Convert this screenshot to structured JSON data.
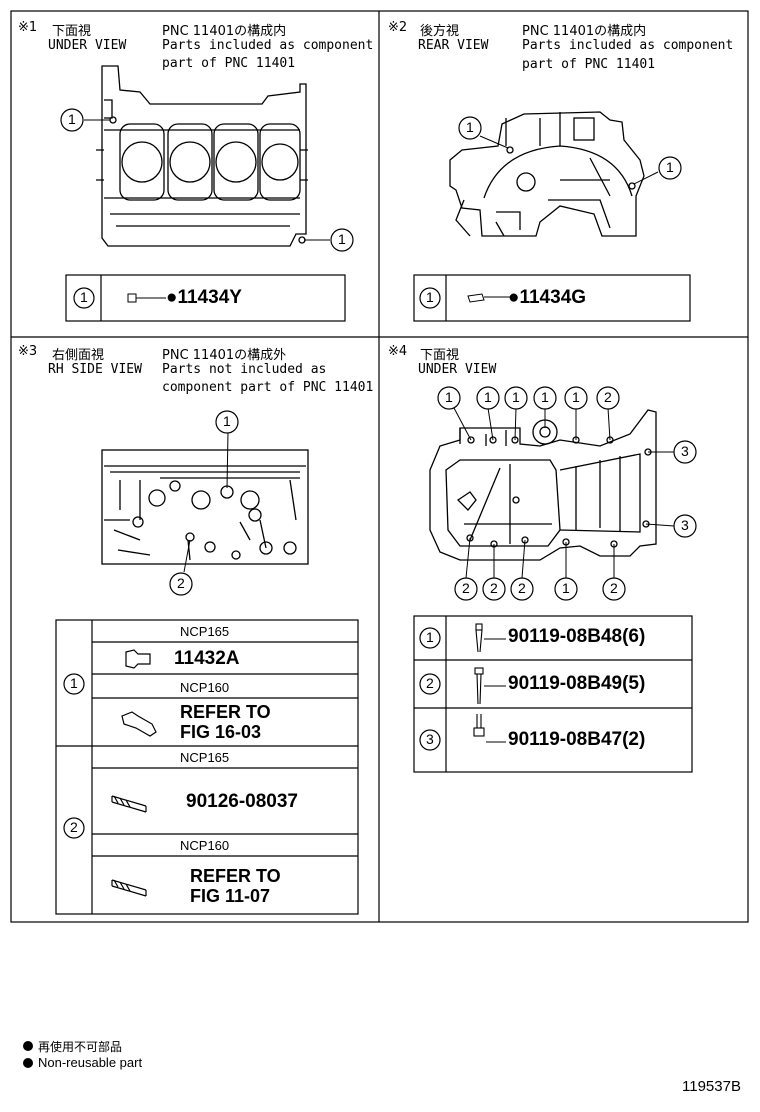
{
  "panels": {
    "p1": {
      "mark": "※1",
      "title_jp": "下面視",
      "view": "UNDER VIEW",
      "pnc_jp": "PNC 11401の構成内",
      "note": [
        "Parts included as component",
        "part of PNC 11401"
      ],
      "callout_no": "1",
      "parts": [
        {
          "no": "1",
          "part_no": "●11434Y"
        }
      ]
    },
    "p2": {
      "mark": "※2",
      "title_jp": "後方視",
      "view": "REAR VIEW",
      "pnc_jp": "PNC 11401の構成内",
      "note": [
        "Parts included as component",
        "part of PNC 11401"
      ],
      "callout_no": "1",
      "parts": [
        {
          "no": "1",
          "part_no": "●11434G"
        }
      ]
    },
    "p3": {
      "mark": "※3",
      "title_jp": "右側面視",
      "view": "RH SIDE VIEW",
      "pnc_jp": "PNC 11401の構成外",
      "note": [
        "Parts not included as",
        "component part of PNC 11401"
      ],
      "callouts": [
        "1",
        "2"
      ],
      "rows": [
        {
          "no": "1",
          "variants": [
            {
              "model": "NCP165",
              "part": [
                "11432A"
              ]
            },
            {
              "model": "NCP160",
              "part": [
                "REFER TO",
                "FIG 16-03"
              ]
            }
          ]
        },
        {
          "no": "2",
          "variants": [
            {
              "model": "NCP165",
              "part": [
                "90126-08037"
              ]
            },
            {
              "model": "NCP160",
              "part": [
                "REFER TO",
                "FIG 11-07"
              ]
            }
          ]
        }
      ]
    },
    "p4": {
      "mark": "※4",
      "title_jp": "下面視",
      "view": "UNDER VIEW",
      "callouts": [
        "1",
        "1",
        "1",
        "1",
        "1",
        "2",
        "3",
        "3",
        "2",
        "2",
        "2",
        "1",
        "2"
      ],
      "parts": [
        {
          "no": "1",
          "part_no": "90119-08B48(6)"
        },
        {
          "no": "2",
          "part_no": "90119-08B49(5)"
        },
        {
          "no": "3",
          "part_no": "90119-08B47(2)"
        }
      ]
    }
  },
  "legend": {
    "jp": "再使用不可部品",
    "en": "Non-reusable part"
  },
  "figure_id": "119537B"
}
